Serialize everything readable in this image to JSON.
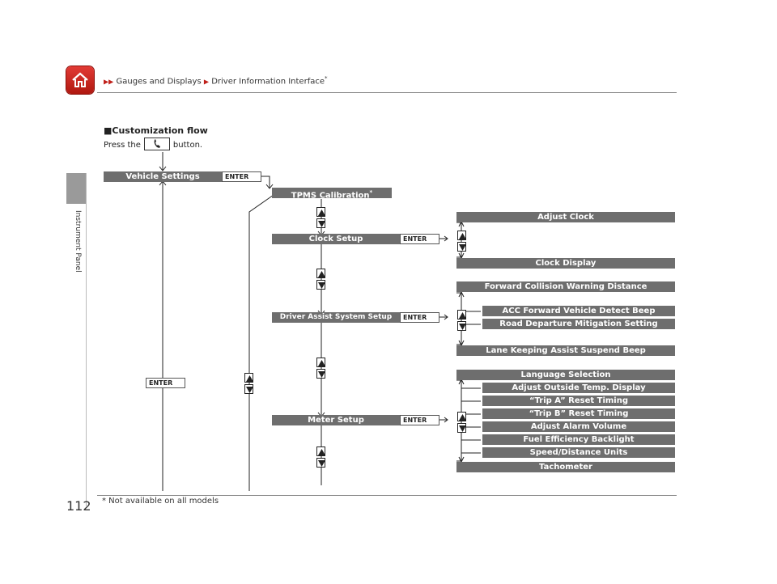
{
  "header": {
    "crumb_1": "Gauges and Displays",
    "crumb_2": "Driver Information Interface",
    "crumb_star": "*"
  },
  "sidebar": {
    "label": "Instrument Panel"
  },
  "page_number": "112",
  "footnote": "* Not available on all models",
  "section": {
    "title": "■Customization flow",
    "press_before": "Press the",
    "press_after": "button."
  },
  "flow": {
    "vehicle_settings": "Vehicle Settings",
    "tpms": "TPMS Calibration",
    "tpms_star": "*",
    "clock_setup": "Clock Setup",
    "driver_assist": "Driver Assist System Setup",
    "meter_setup": "Meter Setup",
    "enter": "ENTER",
    "clock_items": [
      "Adjust Clock",
      "Clock Display"
    ],
    "assist_items": [
      "Forward Collision Warning Distance",
      "ACC Forward Vehicle Detect Beep",
      "Road Departure Mitigation Setting",
      "Lane Keeping Assist Suspend Beep"
    ],
    "meter_items": [
      "Language Selection",
      "Adjust Outside Temp. Display",
      "“Trip A” Reset Timing",
      "“Trip B” Reset Timing",
      "Adjust Alarm Volume",
      "Fuel Efficiency Backlight",
      "Speed/Distance Units",
      "Tachometer"
    ]
  },
  "colors": {
    "accent_red": "#c0201a",
    "bar_gray": "#6e6e6e"
  }
}
